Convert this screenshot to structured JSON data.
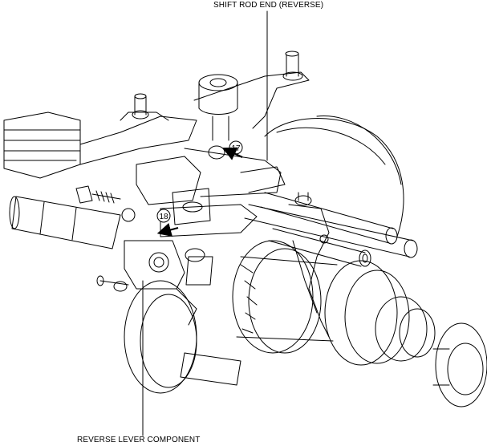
{
  "labels": {
    "shift_rod_end": "SHIFT ROD END (REVERSE)",
    "reverse_lever_component": "REVERSE LEVER COMPONENT",
    "step_17": "17",
    "step_18": "18"
  },
  "colors": {
    "line": "#000000",
    "background": "#ffffff"
  }
}
